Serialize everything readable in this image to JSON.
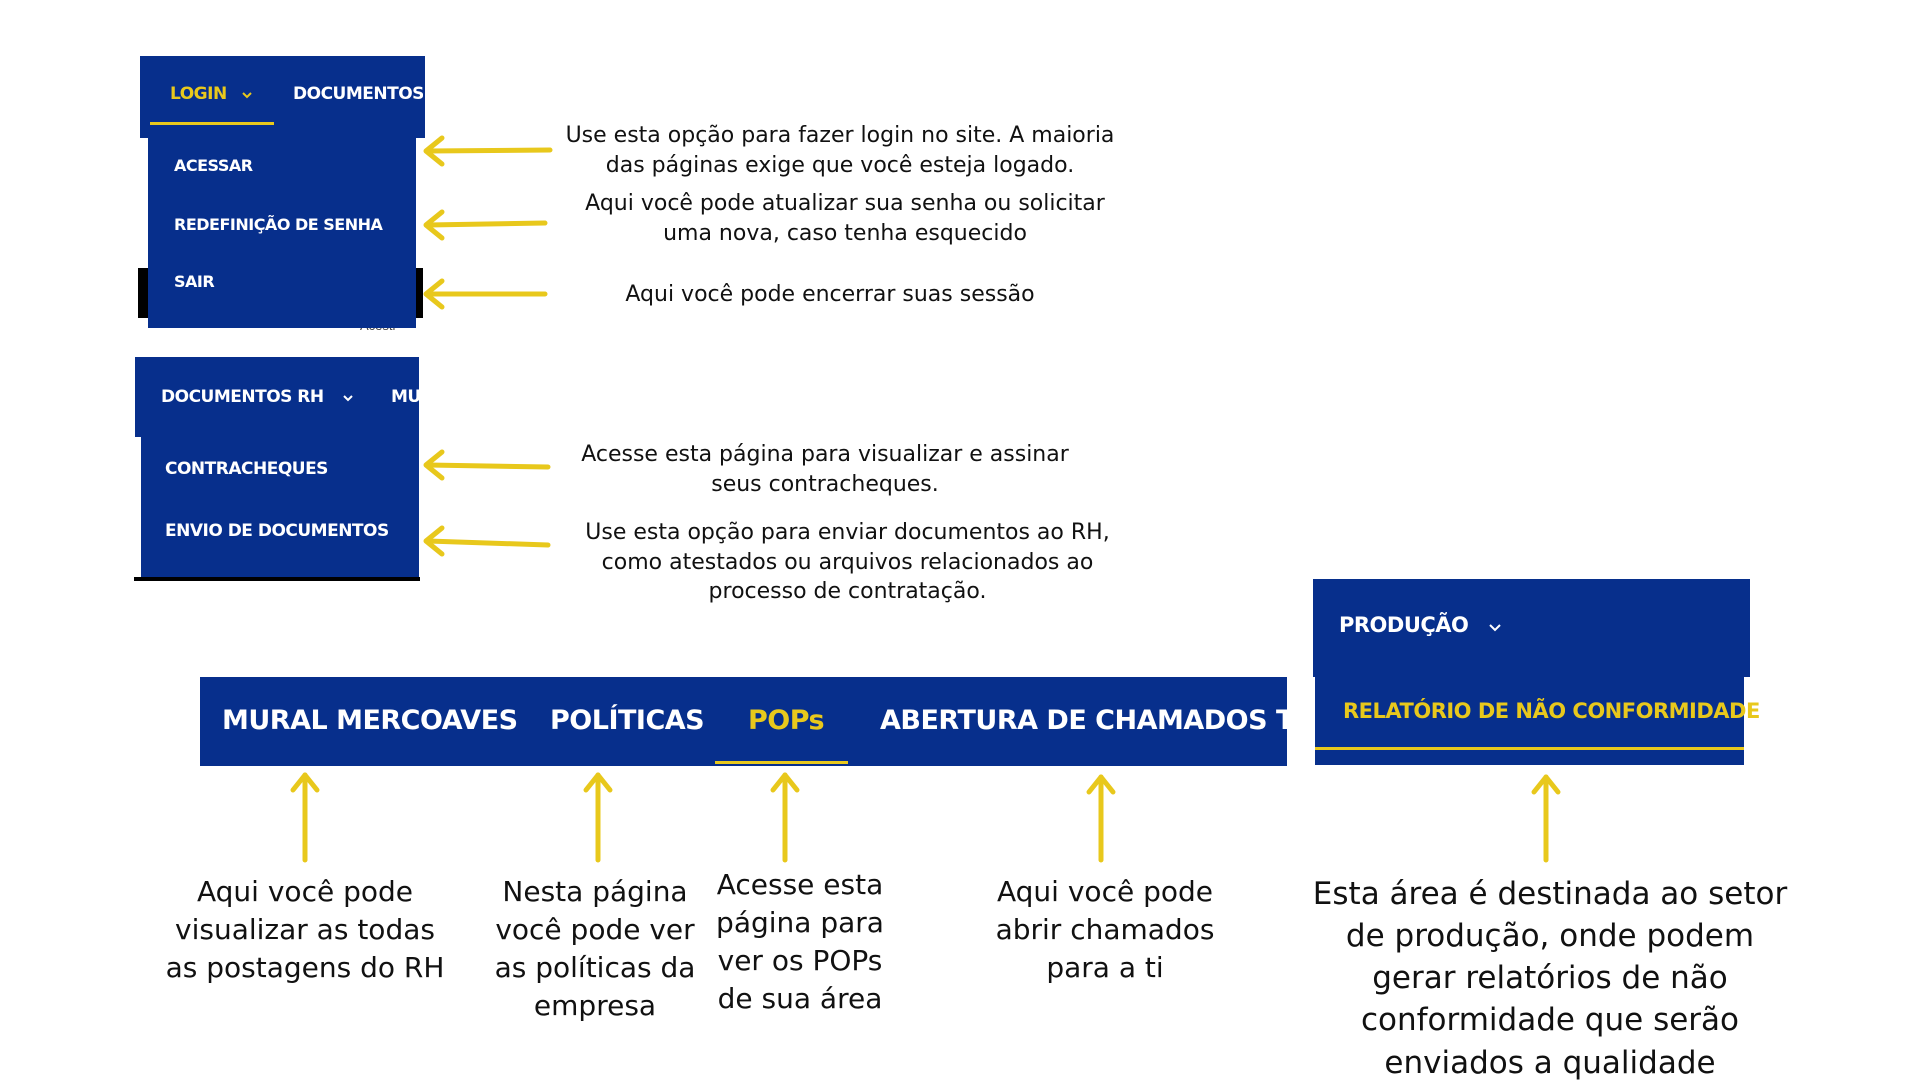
{
  "colors": {
    "nav_bg": "#072f8c",
    "accent": "#e8c81c",
    "arrow": "#e8c81c"
  },
  "login_panel": {
    "tab_active": "LOGIN",
    "tab_next": "DOCUMENTOS F",
    "items": [
      "ACESSAR",
      "REDEFINIÇÃO DE SENHA",
      "SAIR"
    ],
    "bg_fragment": "Acesti"
  },
  "docs_panel": {
    "tab": "DOCUMENTOS RH",
    "tab_next": "MU",
    "items": [
      "CONTRACHEQUES",
      "ENVIO DE DOCUMENTOS"
    ]
  },
  "main_nav": {
    "items": [
      "MURAL MERCOAVES",
      "POLÍTICAS",
      "POPs",
      "ABERTURA DE CHAMADOS TI"
    ],
    "active": "POPs"
  },
  "producao_panel": {
    "tab": "PRODUÇÃO",
    "item": "RELATÓRIO DE NÃO CONFORMIDADE"
  },
  "annotations": {
    "acessar": "Use esta opção para fazer login no site. A maioria das páginas exige que você esteja logado.",
    "senha": "Aqui você pode atualizar sua senha ou solicitar uma nova, caso tenha esquecido",
    "sair": "Aqui você pode encerrar suas sessão",
    "contracheques": "Acesse esta página para visualizar e assinar seus contracheques.",
    "envio": "Use esta opção para enviar documentos ao RH, como atestados ou arquivos relacionados ao processo de contratação.",
    "mural": "Aqui você pode visualizar as todas as postagens do RH",
    "politicas": "Nesta página você pode ver as políticas da empresa",
    "pops": "Acesse esta página para ver os POPs de sua área",
    "chamados": "Aqui você pode abrir chamados para a ti",
    "producao": "Esta área é destinada ao setor de produção, onde podem gerar relatórios de não conformidade que serão enviados a qualidade"
  },
  "icons": {
    "dropdown": "chevron-down-icon",
    "arrow": "arrow-icon"
  }
}
